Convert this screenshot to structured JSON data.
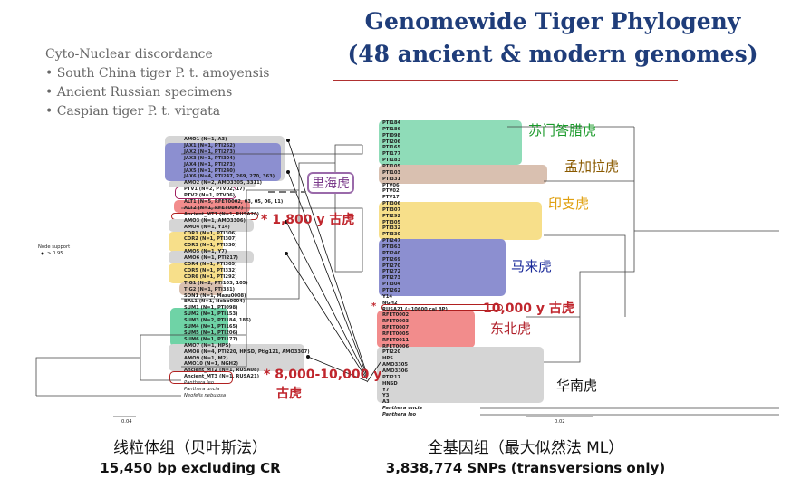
{
  "title_line1": "Genomewide Tiger Phylogeny",
  "title_line2": "(48 ancient & modern genomes)",
  "notes": {
    "heading": "Cyto-Nuclear discordance",
    "items": [
      "South China tiger P. t. amoyensis",
      "Ancient Russian specimens",
      "Caspian tiger P. t. virgata"
    ]
  },
  "left_tree": {
    "labels": [
      "AMO1 (N=1, A3)",
      "JAX1 (N=1, PTI262)",
      "JAX2 (N=1, PTI273)",
      "JAX3 (N=1, PTI304)",
      "JAX4 (N=1, PTI273)",
      "JAX5 (N=1, PTI240)",
      "JAX6 (N=4, PTI247, 269, 270, 363)",
      "AMO2 (N=2, AMO3305, 3311)",
      "PTV1 (N=2, PTV02, 17)",
      "PTV2 (N=1, PTV06)",
      "ALT1 (N=5, RFET0002, 03, 05, 06, 11)",
      "ALT2 (N=1, RFET0007)",
      "Ancient_MT1 (N=1, RUSA20)",
      "AMO3 (N=1, AMO3306)",
      "AMO4 (N=1, Y14)",
      "COR1 (N=1, PTI306)",
      "COR2 (N=1, PTI307)",
      "COR3 (N=1, PTI330)",
      "AMO5 (N=1, Y7)",
      "AMO6 (N=1, PTI217)",
      "COR4 (N=1, PTI305)",
      "COR5 (N=1, PTI332)",
      "COR6 (N=1, PTI292)",
      "TIG1 (N=2, PTI103, 105)",
      "TIG2 (N=1, PTI331)",
      "SON1 (N=1, Mazu0008)",
      "BAL1 (N=1, Nobb0004)",
      "SUM1 (N=1, PTI098)",
      "SUM2 (N=1, PTI153)",
      "SUM3 (N=2, PTI184, 186)",
      "SUM4 (N=1, PTI165)",
      "SUM5 (N=1, PTI206)",
      "SUM6 (N=1, PTI177)",
      "AMO7 (N=1, HPS)",
      "AMO8 (N=4, PTI220, HNSD, Ptig121, AMO3307)",
      "AMO9 (N=1, M2)",
      "AMO10 (N=1, NGH2)",
      "Ancient_MT2 (N=1, RUSA08)",
      "Ancient_MT3 (N=1, RUSA21)",
      "Panthera leo",
      "Panthera uncia",
      "Neofelis nebulosa"
    ],
    "node_support_label": "Node support",
    "node_support_value": "> 0.95",
    "scale": "0.04",
    "caspian": "里海虎",
    "ann1": "1,800 y 古虎",
    "ann2a": "8,000-10,000 y",
    "ann2b": "古虎"
  },
  "right_tree": {
    "labels": [
      "PTI184",
      "PTI186",
      "PTI098",
      "PTI206",
      "PTI165",
      "PTI177",
      "PTI183",
      "PTI105",
      "PTI103",
      "PTI331",
      "PTV06",
      "PTV02",
      "PTV17",
      "PTI306",
      "PTI307",
      "PTI292",
      "PTI305",
      "PTI332",
      "PTI330",
      "PTI247",
      "PTI363",
      "PTI240",
      "PTI269",
      "PTI270",
      "PTI272",
      "PTI273",
      "PTI304",
      "PTI262",
      "Y14",
      "NGH2",
      "RUSA21 (~10600 cal BP)",
      "RFET0002",
      "RFET0003",
      "RFET0007",
      "RFET0005",
      "RFET0011",
      "RFET0006",
      "PTI220",
      "HPS",
      "AMO3305",
      "AMO3306",
      "PTI217",
      "HNSD",
      "Y7",
      "Y3",
      "A3",
      "Panthera uncia",
      "Panthera leo"
    ],
    "groups": {
      "sumatran": "苏门答腊虎",
      "bengal": "孟加拉虎",
      "indochinese": "印支虎",
      "malayan": "马来虎",
      "amur": "东北虎",
      "south_china": "华南虎"
    },
    "ann": "10,000 y 古虎",
    "scale": "0.02"
  },
  "captions": {
    "left_cn": "线粒体组（贝叶斯法）",
    "left_en": "15,450 bp excluding CR",
    "right_cn": "全基因组（最大似然法 ML）",
    "right_en": "3,838,774 SNPs (transversions only)"
  }
}
